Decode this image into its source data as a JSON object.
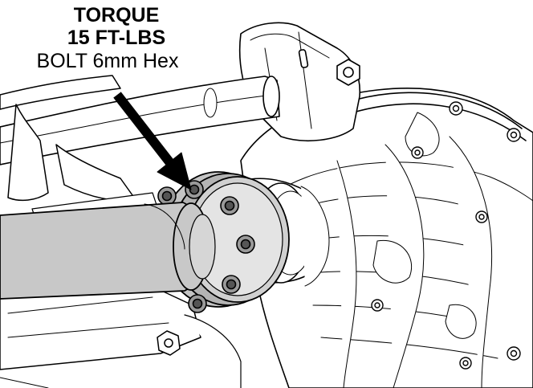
{
  "callout": {
    "line1": "TORQUE",
    "line2": "15 FT-LBS",
    "line3": "BOLT 6mm Hex"
  },
  "colors": {
    "ink": "#000000",
    "shaft_fill": "#c8c8c8",
    "flange_fill": "#bcbcbc",
    "background": "#ffffff"
  },
  "flange": {
    "bolt_count": 6
  }
}
